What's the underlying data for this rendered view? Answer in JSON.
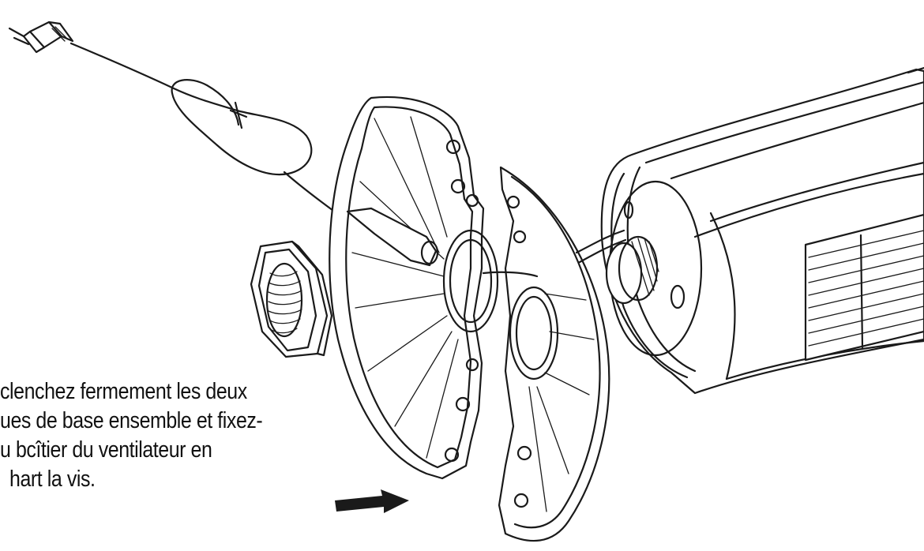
{
  "caption": {
    "lines": [
      "clenchez fermement les deux",
      "ues de base ensemble et fixez-",
      "u bcîtier du ventilateur en",
      "hart la vis."
    ]
  }
}
